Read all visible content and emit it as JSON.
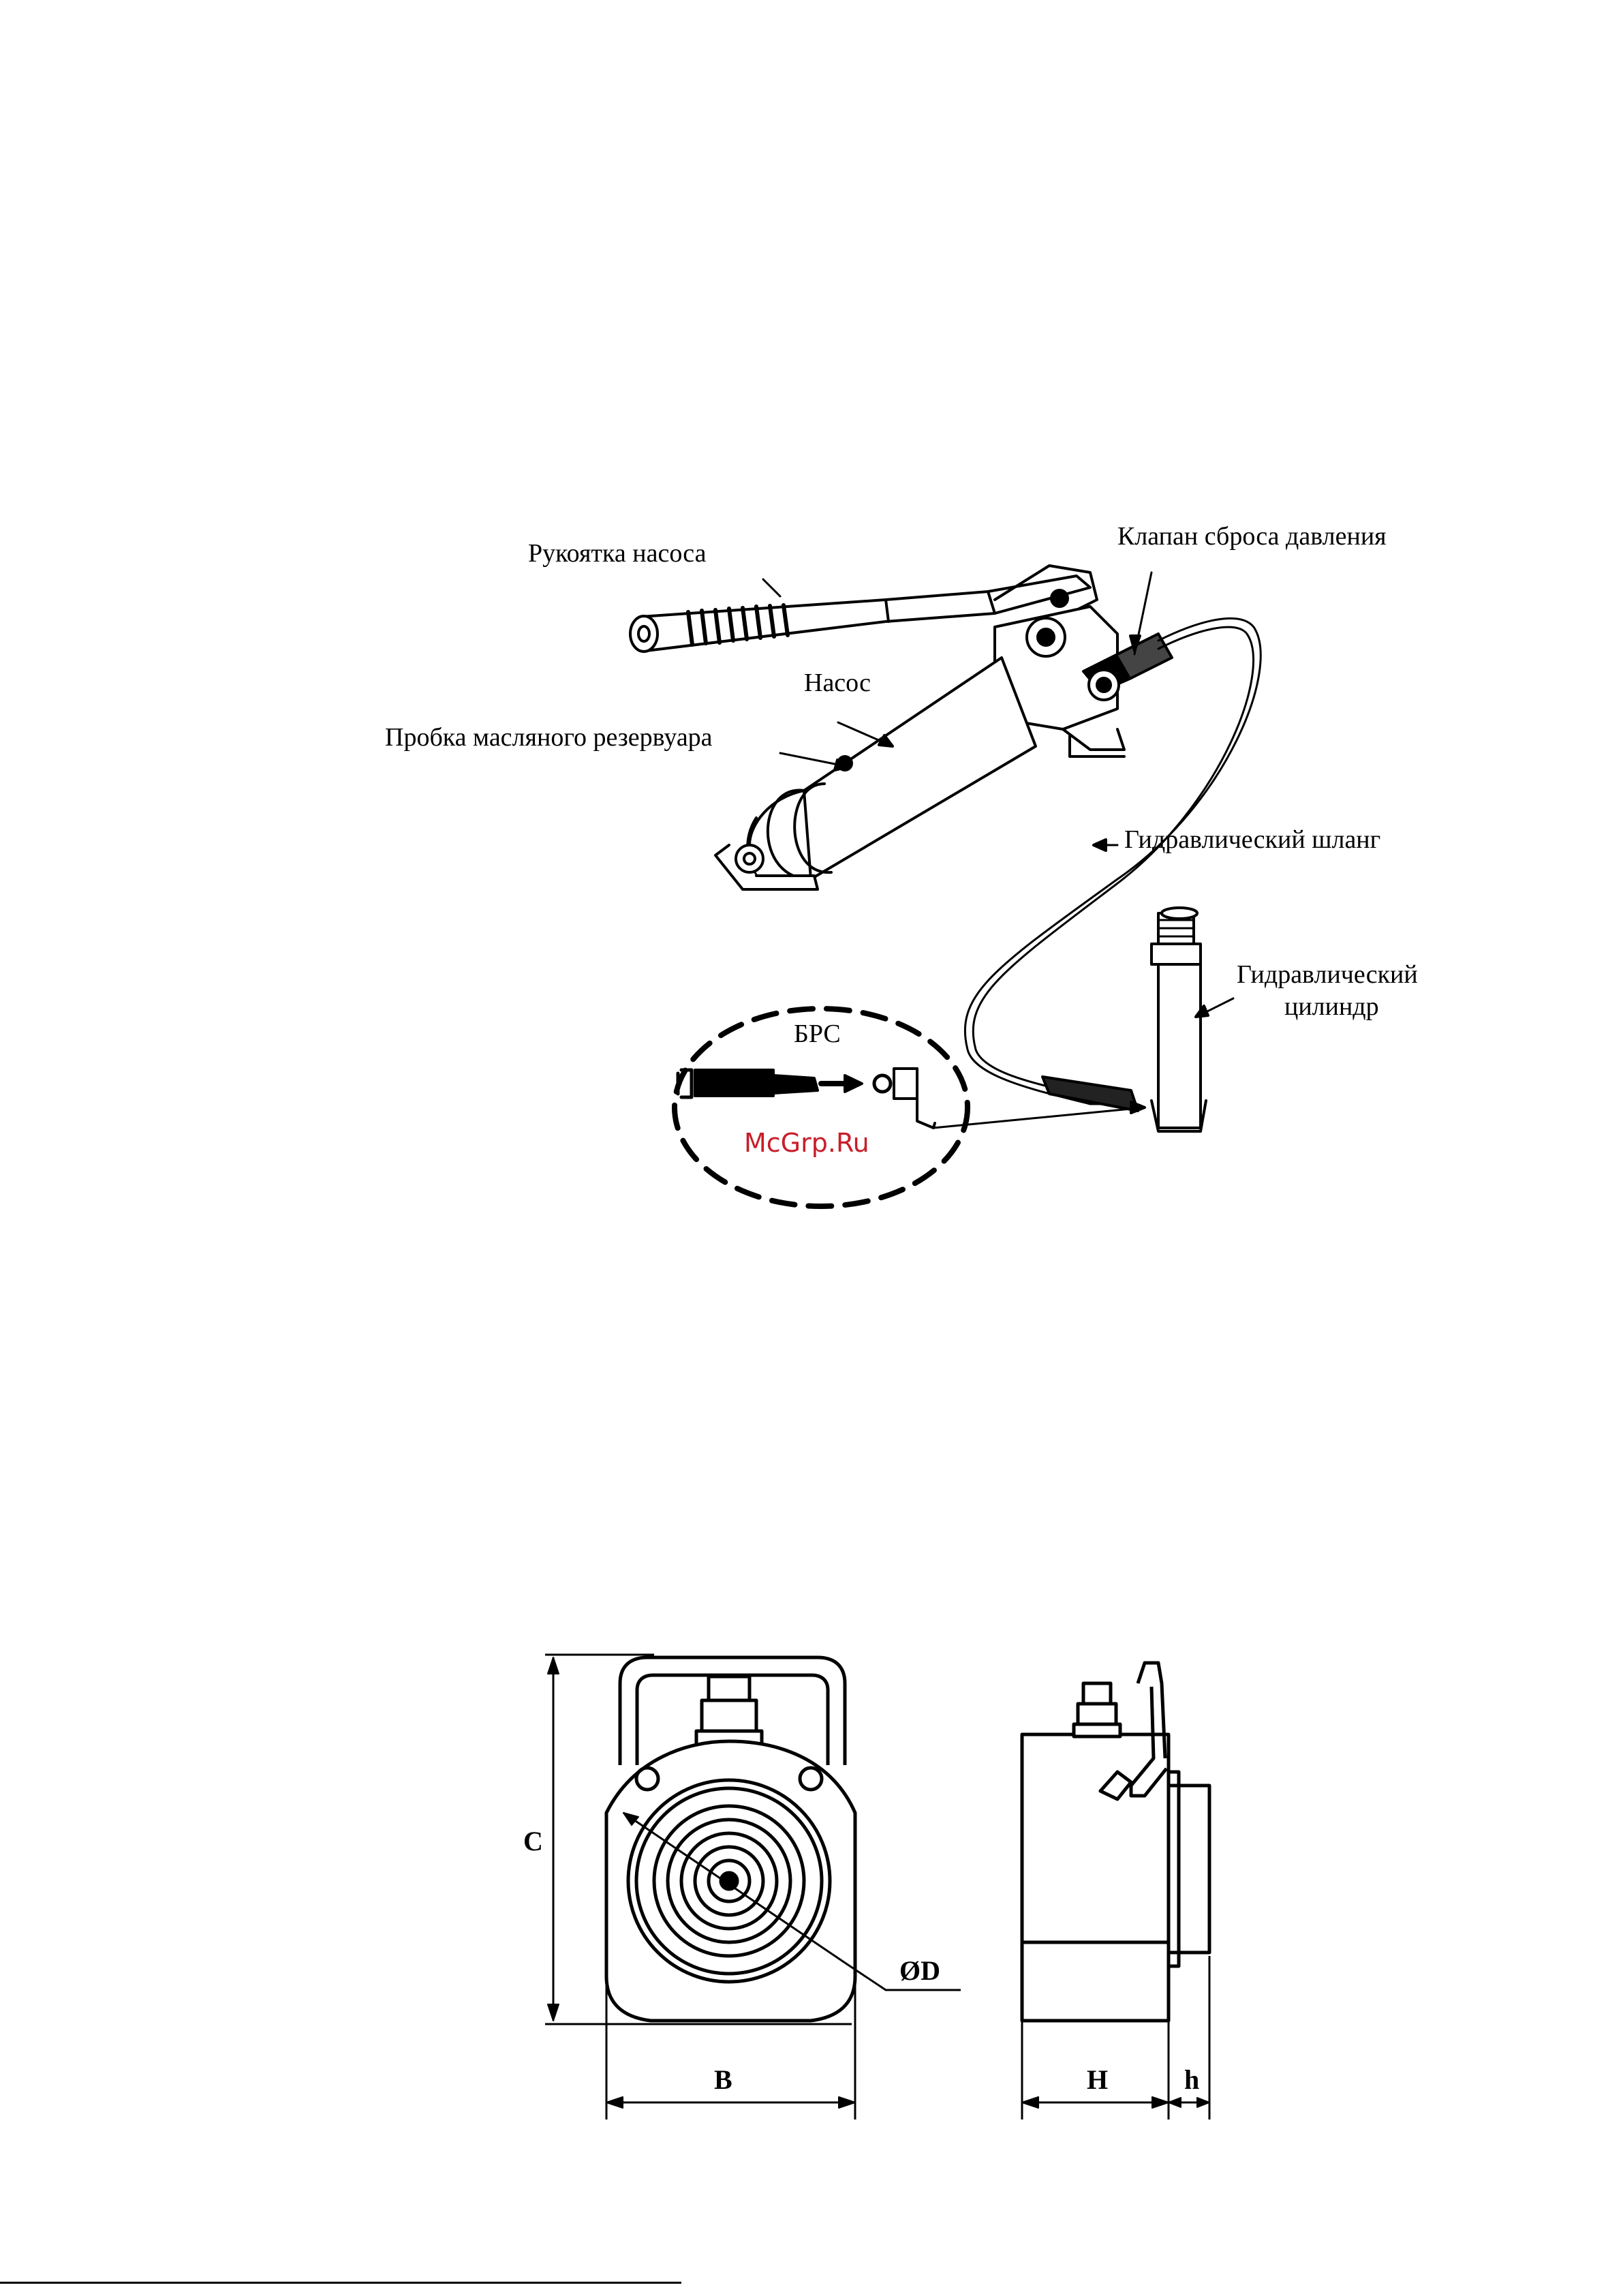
{
  "figure1": {
    "labels": {
      "handle": "Рукоятка насоса",
      "valve": "Клапан сброса давления",
      "pump": "Насос",
      "plug": "Пробка масляного резервуара",
      "hose": "Гидравлический шланг",
      "cylinder_line1": "Гидравлический",
      "cylinder_line2": "цилиндр",
      "coupler": "БРС"
    },
    "watermark": "McGrp.Ru"
  },
  "figure2": {
    "dimensions": {
      "c": "C",
      "b": "B",
      "d": "ØD",
      "h_big": "H",
      "h_small": "h"
    }
  }
}
